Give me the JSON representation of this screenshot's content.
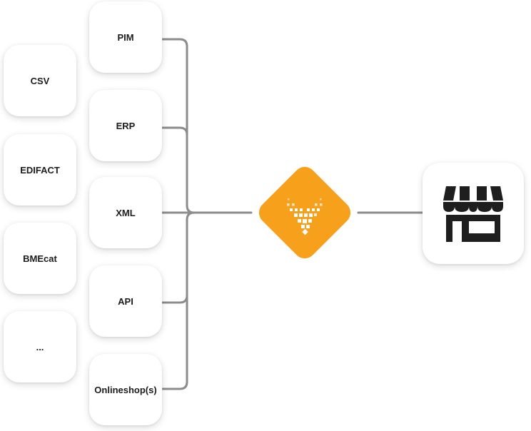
{
  "formats": [
    {
      "label": "CSV"
    },
    {
      "label": "EDIFACT"
    },
    {
      "label": "BMEcat"
    },
    {
      "label": "..."
    }
  ],
  "sources": [
    {
      "label": "PIM"
    },
    {
      "label": "ERP"
    },
    {
      "label": "XML"
    },
    {
      "label": "API"
    },
    {
      "label": "Onlineshop(s)"
    }
  ],
  "hub": {
    "icon": "heart-pixel-logo-icon",
    "color": "#f7a01c"
  },
  "target": {
    "icon": "storefront-icon"
  },
  "colors": {
    "connector": "#8c8c8c",
    "accent": "#f7a01c",
    "text": "#1c1c1c"
  }
}
